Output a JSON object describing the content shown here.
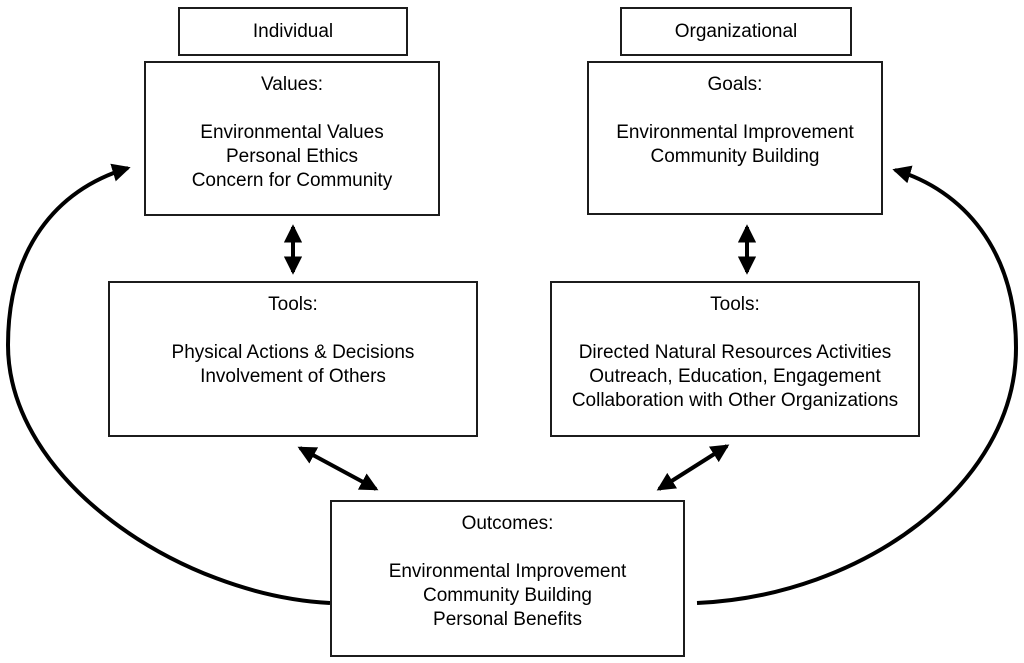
{
  "diagram": {
    "description": "Logic model linking individual and organizational values, tools, and outcomes",
    "colors": {
      "background": "#ffffff",
      "line": "#000000",
      "border": "#1c1c1c",
      "text": "#000000"
    },
    "headers": {
      "individual": "Individual",
      "organizational": "Organizational"
    },
    "boxes": {
      "values": {
        "title": "Values:",
        "lines": [
          "Environmental Values",
          "Personal Ethics",
          "Concern for Community"
        ]
      },
      "goals": {
        "title": "Goals:",
        "lines": [
          "Environmental Improvement",
          "Community Building"
        ]
      },
      "tools_individual": {
        "title": "Tools:",
        "lines": [
          "Physical Actions & Decisions",
          "Involvement of Others"
        ]
      },
      "tools_organizational": {
        "title": "Tools:",
        "lines": [
          "Directed Natural Resources Activities",
          "Outreach, Education, Engagement",
          "Collaboration with Other Organizations"
        ]
      },
      "outcomes": {
        "title": "Outcomes:",
        "lines": [
          "Environmental Improvement",
          "Community Building",
          "Personal Benefits"
        ]
      }
    },
    "arrows": [
      {
        "name": "values-tools-link",
        "type": "double-headed",
        "from": "values",
        "to": "tools_individual"
      },
      {
        "name": "goals-tools-link",
        "type": "double-headed",
        "from": "goals",
        "to": "tools_organizational"
      },
      {
        "name": "tools-individual-outcomes-link",
        "type": "double-headed",
        "from": "tools_individual",
        "to": "outcomes"
      },
      {
        "name": "tools-organizational-outcomes-link",
        "type": "double-headed",
        "from": "tools_organizational",
        "to": "outcomes"
      },
      {
        "name": "outcomes-values-feedback",
        "type": "single-headed-curve",
        "from": "outcomes",
        "to": "values"
      },
      {
        "name": "outcomes-goals-feedback",
        "type": "single-headed-curve",
        "from": "outcomes",
        "to": "goals"
      }
    ]
  }
}
